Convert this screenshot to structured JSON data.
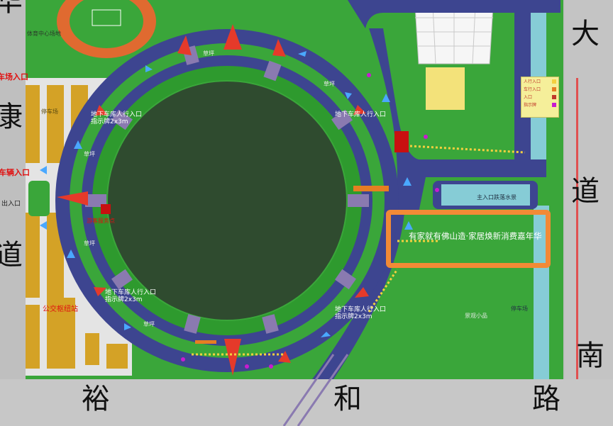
{
  "roads": {
    "right_name": "大道",
    "bottom_name": "裕和南路",
    "right_top_char": "大",
    "right_mid_char": "道",
    "bottom_left_char": "裕",
    "bottom_mid_char": "和",
    "bottom_right_char": "南",
    "bottom_far_char": "路",
    "left_chars": [
      "康",
      "道"
    ],
    "left_top_char": "华"
  },
  "entrances": {
    "top_left": "车场入口",
    "left": "车辆入口",
    "left_exit": "出入口"
  },
  "labels": {
    "sports_field": "体育中心场地",
    "parking": "停车场",
    "underground_nw": "地下车库人行入口",
    "underground_nw_sub": "指示牌2x3m",
    "underground_ne": "地下车库人行入口",
    "underground_sw": "地下车库人行入口",
    "underground_sw_sub": "指示牌2x3m",
    "underground_se": "地下车库人行入口",
    "underground_se_sub": "指示牌2x3m",
    "lawn": "草坪",
    "bus_stop": "公交枢纽站",
    "waterscape": "主入口跌落水景",
    "west_booth": "游客服务点",
    "plaza": "景观小品",
    "parking_side": "停车场"
  },
  "banner": {
    "text": "有家就有佛山造·家居焕新消费嘉年华",
    "border_color": "#f28a36"
  },
  "legend": {
    "items": [
      {
        "label": "人行入口",
        "color": "#f4d03f"
      },
      {
        "label": "车行入口",
        "color": "#e67e22"
      },
      {
        "label": "入口",
        "color": "#c0392b"
      },
      {
        "label": "指示牌",
        "color": "#c81bd0"
      }
    ]
  },
  "colors": {
    "ring_road": "#3d4590",
    "grass": "#3aa63a",
    "center": "#2f4b2f",
    "water": "#86ccd6",
    "parking": "#d4a226",
    "road": "#bdbdbd",
    "arrow": "#4aa8ff",
    "marker": "#e53a2a"
  },
  "icons": [
    "up-arrow-icon",
    "triangle-marker-icon",
    "flag-icon"
  ]
}
